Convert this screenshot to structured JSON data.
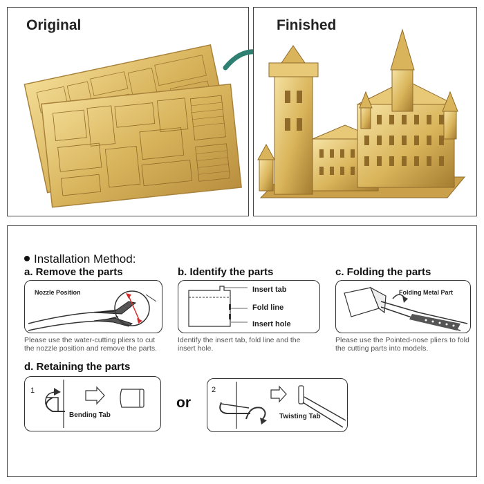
{
  "top": {
    "original_title": "Original",
    "finished_title": "Finished"
  },
  "instructions": {
    "method_title": "Installation Method:",
    "step_a": {
      "title": "a. Remove the parts",
      "diagram_label": "Nozzle Position",
      "description": "Please use the water-cutting pliers to cut the nozzle position and remove the parts."
    },
    "step_b": {
      "title": "b. Identify the parts",
      "labels": [
        "Insert tab",
        "Fold line",
        "Insert hole"
      ],
      "description": "Identify the insert tab, fold line and the insert hole."
    },
    "step_c": {
      "title": "c. Folding the parts",
      "diagram_label": "Folding Metal Part",
      "description": "Please use the Pointed-nose pliers to fold the cutting parts into models."
    },
    "step_d": {
      "title": "d. Retaining the parts",
      "option1_number": "1",
      "option1_label": "Bending Tab",
      "or_text": "or",
      "option2_number": "2",
      "option2_label": "Twisting Tab"
    }
  },
  "colors": {
    "gold": "#d9b45a",
    "gold_dark": "#a8823a",
    "arrow_teal": "#2f7f72",
    "red_marker": "#d62b2b"
  }
}
